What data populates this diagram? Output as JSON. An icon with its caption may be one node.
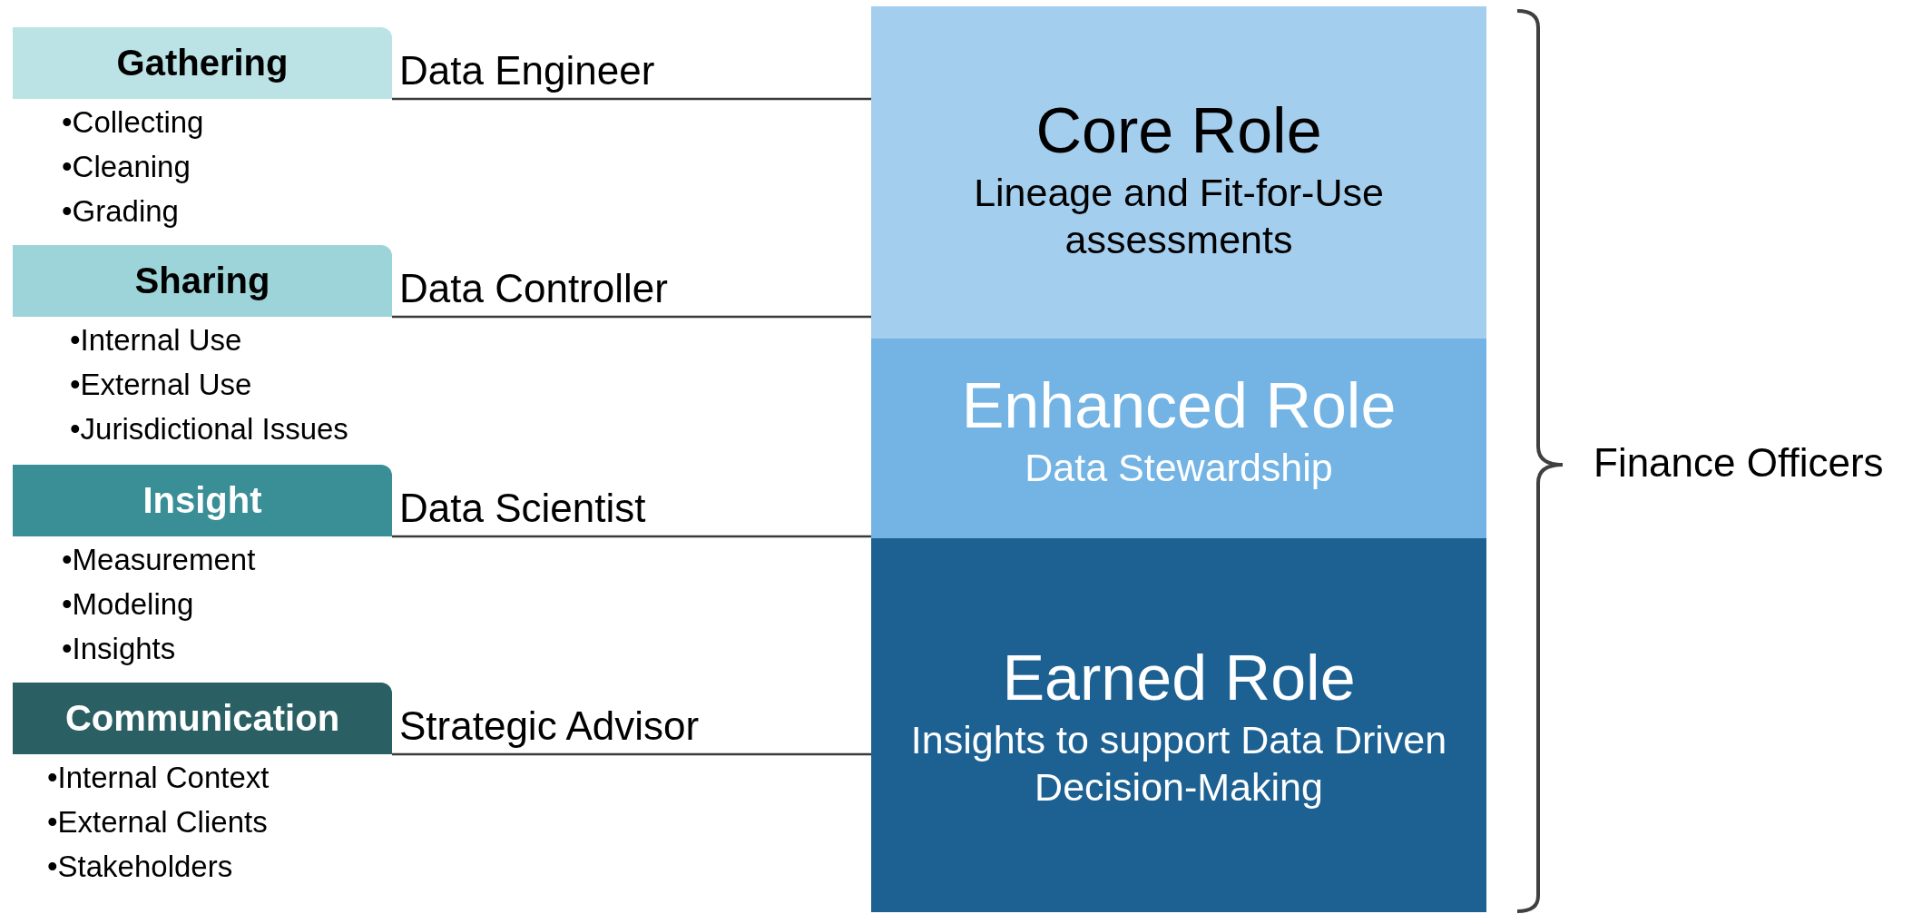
{
  "diagram": {
    "nodes": [
      {
        "text": [
          "Gathering"
        ],
        "beside": [
          "•Collecting",
          "•Cleaning",
          "•Grading"
        ]
      },
      {
        "text": [
          "Sharing"
        ],
        "beside": [
          "•Internal Use",
          "•External Use",
          "•Jurisdictional Issues"
        ]
      },
      {
        "text": [
          "Insight"
        ],
        "beside": [
          "•Measurement",
          "•Modeling",
          "•Insights"
        ]
      },
      {
        "text": [
          "Communication"
        ],
        "beside": [
          "•Internal Context",
          "•External Clients",
          "•Stakeholders"
        ]
      },
      {
        "text": [
          "Core Role",
          "Lineage and Fit-for-Use assessments"
        ]
      },
      {
        "text": [
          "Enhanced Role",
          "Data Stewardship"
        ]
      },
      {
        "text": [
          "Earned Role",
          "Insights to support Data Driven Decision-Making"
        ]
      }
    ],
    "edges": [
      {
        "from": 0,
        "to": 4,
        "arrow": "none",
        "label": "Data Engineer"
      },
      {
        "from": 1,
        "to": 4,
        "arrow": "none",
        "label": "Data Controller"
      },
      {
        "from": 2,
        "to": 5,
        "arrow": "none",
        "label": "Data Scientist"
      },
      {
        "from": 3,
        "to": 6,
        "arrow": "none",
        "label": "Strategic Advisor"
      }
    ],
    "labels": [
      "Finance Officers"
    ]
  }
}
